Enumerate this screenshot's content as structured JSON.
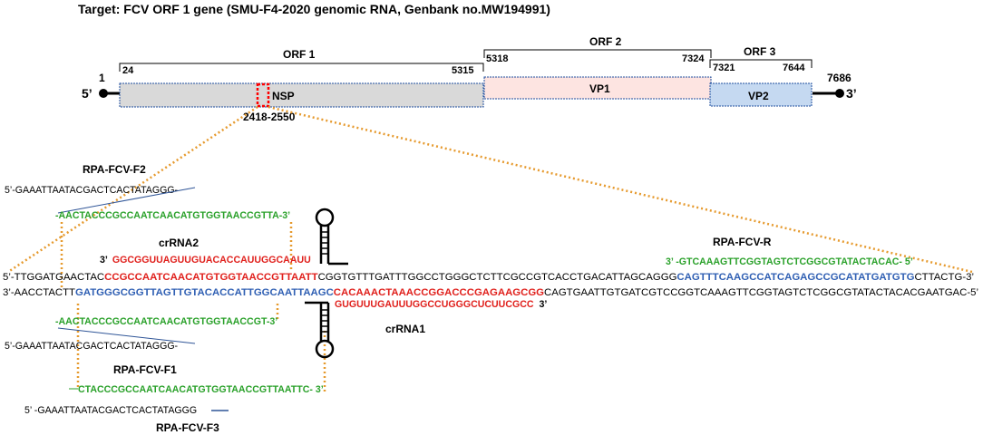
{
  "title": "Target:  FCV ORF 1 gene   (SMU-F4-2020 genomic RNA, Genbank no.MW194991)",
  "genome": {
    "five_prime": "5’",
    "three_prime": "3’",
    "start": "1",
    "end": "7686",
    "orfs": [
      {
        "name": "ORF 1",
        "start": "24",
        "end": "5315",
        "protein": "NSP"
      },
      {
        "name": "ORF 2",
        "start": "5318",
        "end": "7324",
        "protein": "VP1"
      },
      {
        "name": "ORF 3",
        "start": "7321",
        "end": "7644",
        "protein": "VP2"
      }
    ],
    "target_region": "2418-2550",
    "colors": {
      "nsp": "#d9d9d9",
      "vp1": "#fde4e1",
      "vp2": "#c5d9f1",
      "target": "#ff0000",
      "guide": "#e69a2e"
    }
  },
  "primers": {
    "f2": {
      "label": "RPA-FCV-F2",
      "tail": "5’-GAAATTAATACGACTCACTATAGGG-",
      "seq": "-AACTACCCGCCAATCAACATGTGGTAACCGTTA-3’"
    },
    "f1": {
      "label": "RPA-FCV-F1",
      "tail": "5’-GAAATTAATACGACTCACTATAGGG-",
      "seq": "-AACTACCCGCCAATCAACATGTGGTAACCGT-3’"
    },
    "f3": {
      "label": "RPA-FCV-F3",
      "tail": "5’ -GAAATTAATACGACTCACTATAGGG",
      "seq": "CTACCCGCCAATCAACATGTGGTAACCGTTAATTC- 3’"
    },
    "r": {
      "label": "RPA-FCV-R",
      "prefix": "3’ -",
      "seq": "GTCAAAGTTCGGTAGTCTCGGCGTATACTACAC",
      "suffix": "- 5’"
    }
  },
  "crrna": {
    "c2": {
      "label": "crRNA2",
      "prefix": "3’",
      "seq": "GGCGGUUAGUUGUACACCAUUGGCAAUU"
    },
    "c1": {
      "label": "crRNA1",
      "seq": "GUGUUUGAUUUGGCCUGGGCUCUUCGCC",
      "suffix": "3’"
    }
  },
  "top_strand": {
    "p1": "5’-TTGGATGAACTAC",
    "p2": "CCGCCAATCAACATGTGGTAACCGTTAATT",
    "p3": "CGGTGTTTGATTTGGCCTGGGCTCTTCGCCGTCACCTGACATTAGCAGGG",
    "p4": "CAGTTTCAAGCCATCAGAGCCGCATATGATGTG",
    "p5": "CTTACTG-3’"
  },
  "bottom_strand": {
    "p1": "3’-AACCTACTT",
    "p2": "GATGGGCGGTTAGTTGTACACCATTGGCAATTAAGC",
    "p3": "CACAAACTAAACCGGACCCGAGAAGCGG",
    "p4": "CAGTGAATTGTGATCGTCCGGTCAAAGTTCGGTAGTCTCGGCGTATACTACACGAATGAC-5’"
  }
}
